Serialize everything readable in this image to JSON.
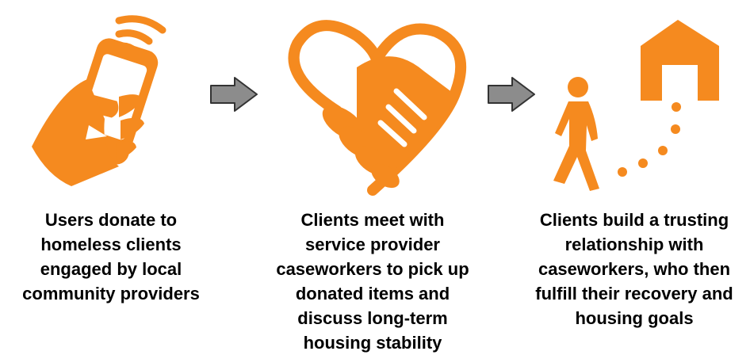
{
  "colors": {
    "accent": "#F58A1F",
    "arrow_fill": "#8C8C8C",
    "arrow_stroke": "#333333",
    "text": "#000000"
  },
  "steps": [
    {
      "icon": "phone-donate-icon",
      "lines": [
        "Users donate to",
        "homeless clients",
        "engaged by local",
        "community providers"
      ]
    },
    {
      "icon": "handshake-heart-icon",
      "lines": [
        "Clients meet with",
        "service provider",
        "caseworkers to pick up",
        "donated items and",
        "discuss long-term",
        "housing stability"
      ]
    },
    {
      "icon": "person-walking-home-icon",
      "lines": [
        "Clients build a trusting",
        "relationship with",
        "caseworkers, who then",
        "fulfill their recovery and",
        "housing goals"
      ]
    }
  ],
  "arrows": [
    "right-arrow-icon",
    "right-arrow-icon"
  ]
}
